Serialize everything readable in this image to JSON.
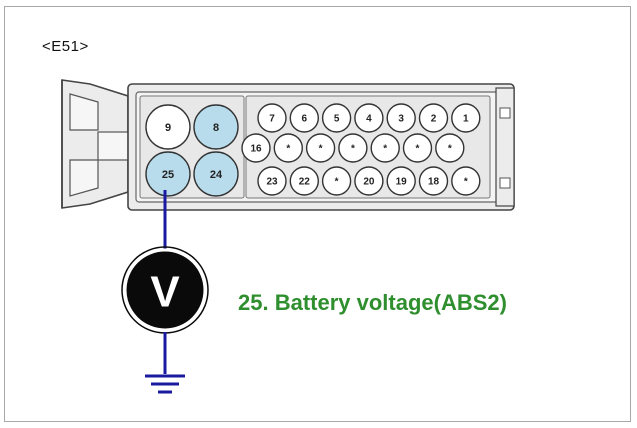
{
  "connector": {
    "id": "<E51>",
    "large_pins": [
      {
        "label": "9",
        "highlighted": false
      },
      {
        "label": "8",
        "highlighted": true
      },
      {
        "label": "25",
        "highlighted": true
      },
      {
        "label": "24",
        "highlighted": true
      }
    ],
    "row1": [
      "7",
      "6",
      "5",
      "4",
      "3",
      "2",
      "1"
    ],
    "row2": [
      "16",
      "*",
      "*",
      "*",
      "*",
      "*",
      "*"
    ],
    "row3": [
      "23",
      "22",
      "*",
      "20",
      "19",
      "18",
      "*"
    ]
  },
  "meter": {
    "symbol": "V"
  },
  "caption": "25. Battery voltage(ABS2)",
  "colors": {
    "highlight": "#b8dcec",
    "wire": "#1a1aa0",
    "caption": "#2f8f2f",
    "housing": "#ececec"
  }
}
